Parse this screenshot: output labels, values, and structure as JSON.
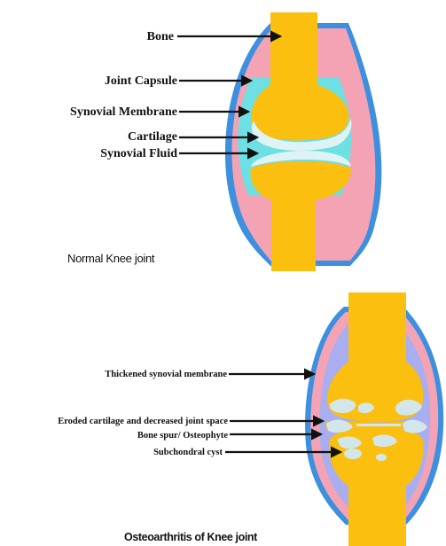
{
  "normal": {
    "caption": "Normal Knee joint",
    "labels": {
      "bone": "Bone",
      "joint_capsule": "Joint Capsule",
      "synovial_membrane": "Synovial Membrane",
      "cartilage": "Cartilage",
      "synovial_fluid": "Synovial Fluid"
    }
  },
  "oa": {
    "caption": "Osteoarthritis of Knee joint",
    "labels": {
      "thickened_membrane": "Thickened synovial membrane",
      "eroded_cartilage": "Eroded cartilage and decreased joint space",
      "bone_spur": "Bone spur/ Osteophyte",
      "subchondral_cyst": "Subchondral cyst"
    }
  },
  "colors": {
    "bone": "#fbbf10",
    "capsule": "#3d8fe0",
    "membrane": "#f4a3b4",
    "fluid": "#6ee0e3",
    "cartilage": "#dff3f4",
    "thick_membrane": "#a8aef0",
    "eroded": "#d3e7ea",
    "line": "#111111"
  }
}
